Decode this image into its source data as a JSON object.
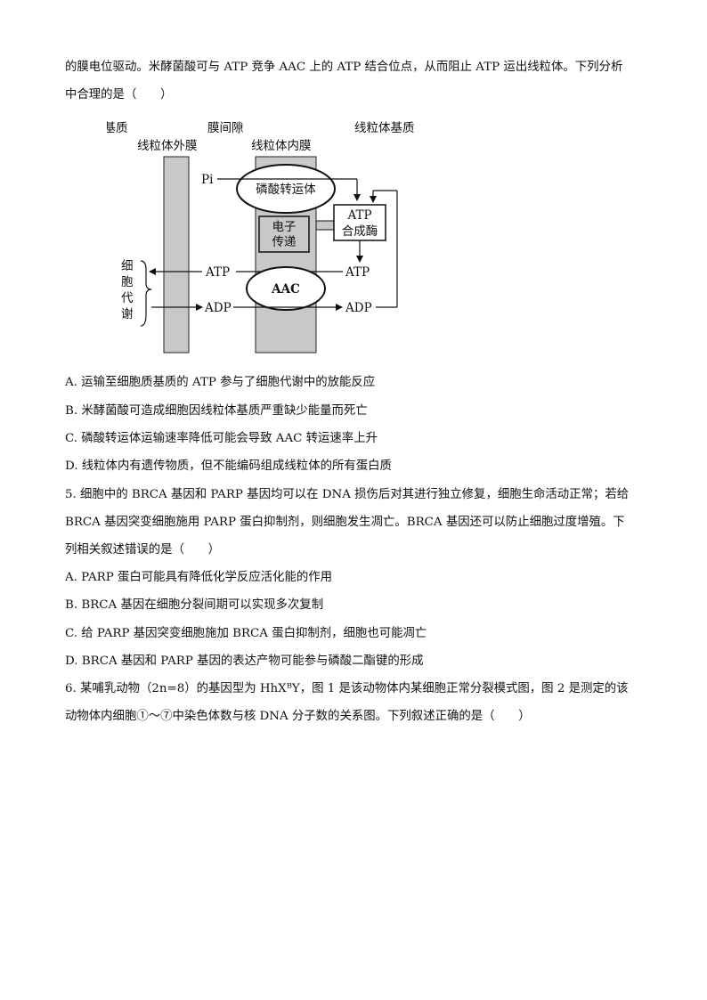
{
  "intro": {
    "line1": "的膜电位驱动。米酵菌酸可与 ATP 竞争 AAC 上的 ATP 结合位点，从而阻止 ATP 运出线粒体。下列分析",
    "line2": "中合理的是（　　）"
  },
  "diagram": {
    "label_cytoplasm_matrix": "细胞质基质",
    "label_intermembrane": "膜间隙",
    "label_mito_matrix": "线粒体基质",
    "label_outer_membrane": "线粒体外膜",
    "label_inner_membrane": "线粒体内膜",
    "label_pi": "Pi",
    "label_phosphate_transporter": "磷酸转运体",
    "label_atp_synthase_1": "ATP",
    "label_atp_synthase_2": "合成酶",
    "label_electron_1": "电子",
    "label_electron_2": "传递",
    "label_atp_left": "ATP",
    "label_atp_right": "ATP",
    "label_aac": "AAC",
    "label_adp_left": "ADP",
    "label_adp_right": "ADP",
    "label_metabolism_1": "细",
    "label_metabolism_2": "胞",
    "label_metabolism_3": "代",
    "label_metabolism_4": "谢"
  },
  "q4_options": {
    "a": "A.  运输至细胞质基质的 ATP 参与了细胞代谢中的放能反应",
    "b": "B.  米酵菌酸可造成细胞因线粒体基质严重缺少能量而死亡",
    "c": "C.  磷酸转运体运输速率降低可能会导致 AAC 转运速率上升",
    "d": "D.  线粒体内有遗传物质，但不能编码组成线粒体的所有蛋白质"
  },
  "q5": {
    "stem1": "5.  细胞中的 BRCA 基因和 PARP 基因均可以在 DNA 损伤后对其进行独立修复，细胞生命活动正常；若给",
    "stem2": "BRCA 基因突变细胞施用 PARP 蛋白抑制剂，则细胞发生凋亡。BRCA 基因还可以防止细胞过度增殖。下",
    "stem3": "列相关叙述错误的是（　　）",
    "a": "A. PARP 蛋白可能具有降低化学反应活化能的作用",
    "b": "B. BRCA 基因在细胞分裂间期可以实现多次复制",
    "c": "C.  给 PARP 基因突变细胞施加 BRCA 蛋白抑制剂，细胞也可能凋亡",
    "d": "D. BRCA 基因和 PARP 基因的表达产物可能参与磷酸二酯键的形成"
  },
  "q6": {
    "stem1": "6.  某哺乳动物（2n=8）的基因型为 HhXᴮY，图 1 是该动物体内某细胞正常分裂模式图，图 2 是测定的该",
    "stem2": "动物体内细胞①～⑦中染色体数与核 DNA 分子数的关系图。下列叙述正确的是（　　）"
  }
}
